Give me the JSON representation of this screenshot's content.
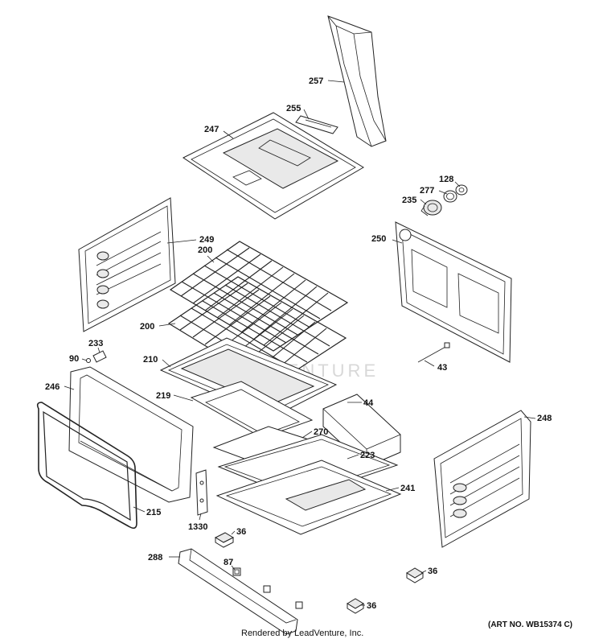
{
  "watermark": "VENTURE",
  "footer": {
    "rendered_by": "Rendered by LeadVenture, Inc.",
    "art_no": "(ART NO. WB15374 C)"
  },
  "labels": {
    "p257": "257",
    "p255": "255",
    "p247": "247",
    "p128": "128",
    "p277": "277",
    "p235": "235",
    "p249": "249",
    "p200a": "200",
    "p200b": "200",
    "p250": "250",
    "p233": "233",
    "p90": "90",
    "p210": "210",
    "p43": "43",
    "p246": "246",
    "p219": "219",
    "p44": "44",
    "p248": "248",
    "p270": "270",
    "p223": "223",
    "p241": "241",
    "p215": "215",
    "p1330": "1330",
    "p36a": "36",
    "p288": "288",
    "p87": "87",
    "p36b": "36",
    "p36c": "36"
  }
}
